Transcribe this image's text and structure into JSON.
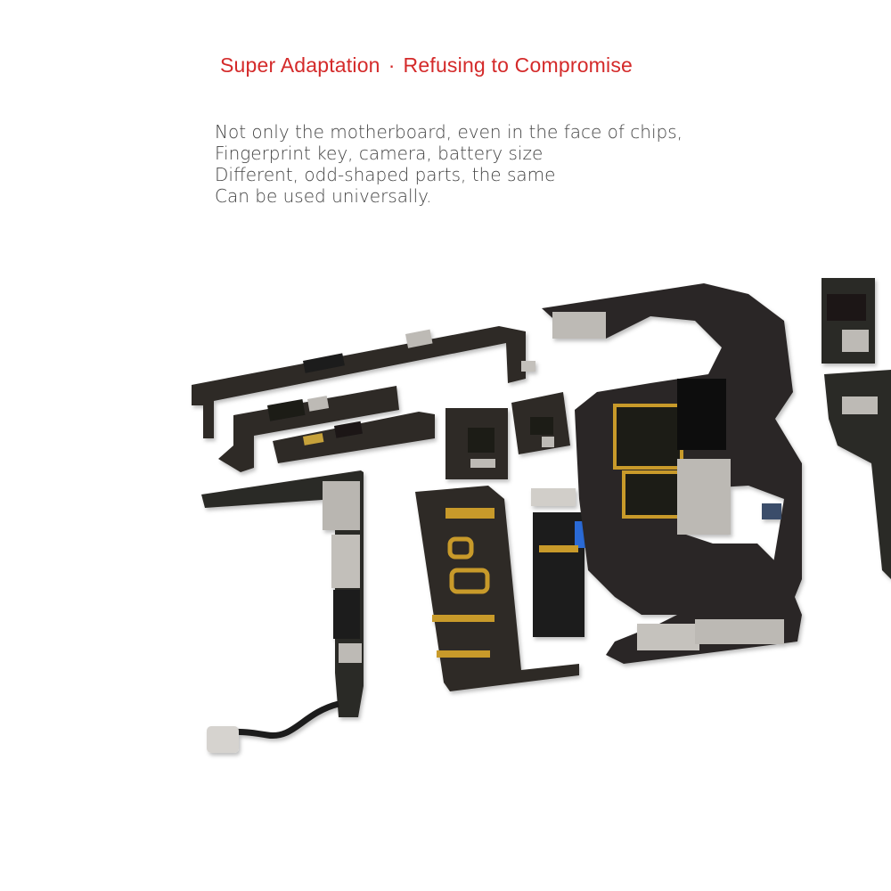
{
  "headline": {
    "part1": "Super Adaptation",
    "separator": "·",
    "part2": "Refusing to Compromise"
  },
  "description": {
    "lines": [
      "Not only the motherboard, even in the face of chips,",
      "Fingerprint key, camera, battery size",
      "Different, odd-shaped parts, the same",
      "Can be used universally."
    ]
  },
  "image": {
    "subject": "motherboards-collection-photo",
    "colors": {
      "board": "#2b2826",
      "board_edge": "#3a3532",
      "metal": "#bfbcb8",
      "gold": "#c89a2c",
      "chip": "#1b1a19",
      "accent_text": "#d42a2a"
    }
  }
}
